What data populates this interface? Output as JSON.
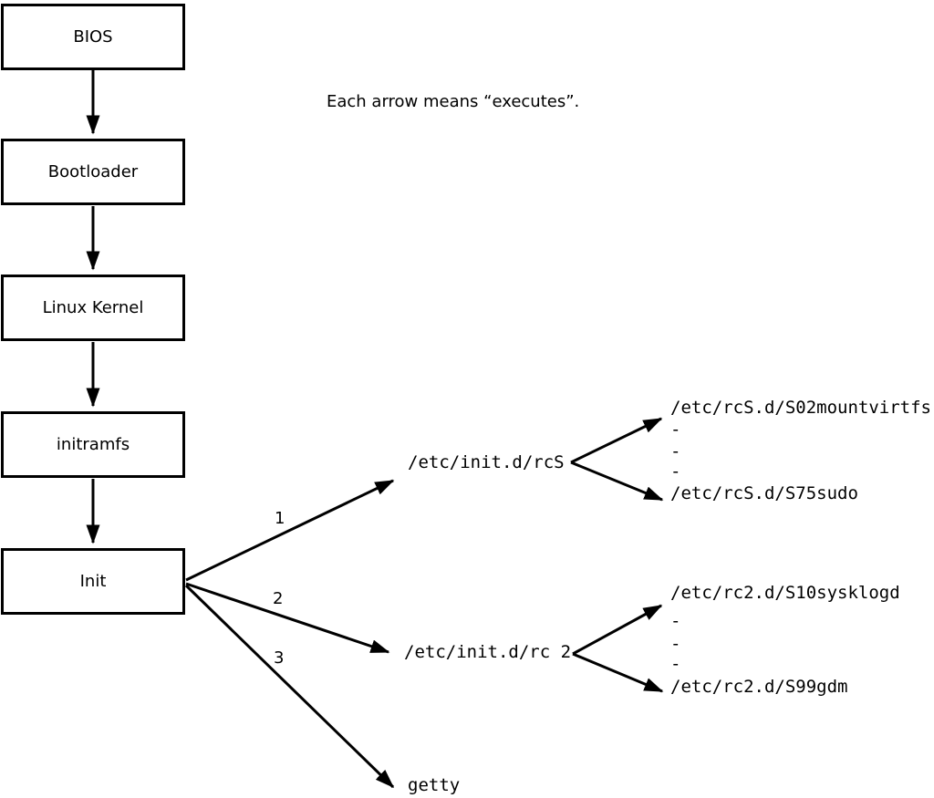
{
  "canvas": {
    "background_color": "#ffffff",
    "ink_color": "#000000"
  },
  "note": "Each arrow means “executes”.",
  "chain": [
    {
      "label": "BIOS"
    },
    {
      "label": "Bootloader"
    },
    {
      "label": "Linux Kernel"
    },
    {
      "label": "initramfs"
    },
    {
      "label": "Init"
    }
  ],
  "init_arrows": [
    {
      "label": "1",
      "target": "/etc/init.d/rcS"
    },
    {
      "label": "2",
      "target": "/etc/init.d/rc 2"
    },
    {
      "label": "3",
      "target": "getty"
    }
  ],
  "rcS_expansion": {
    "first": "/etc/rcS.d/S02mountvirtfs",
    "dashes": [
      "-",
      "-",
      "-"
    ],
    "last": "/etc/rcS.d/S75sudo"
  },
  "rc2_expansion": {
    "first": "/etc/rc2.d/S10sysklogd",
    "dashes": [
      "-",
      "-",
      "-"
    ],
    "last": "/etc/rc2.d/S99gdm"
  }
}
